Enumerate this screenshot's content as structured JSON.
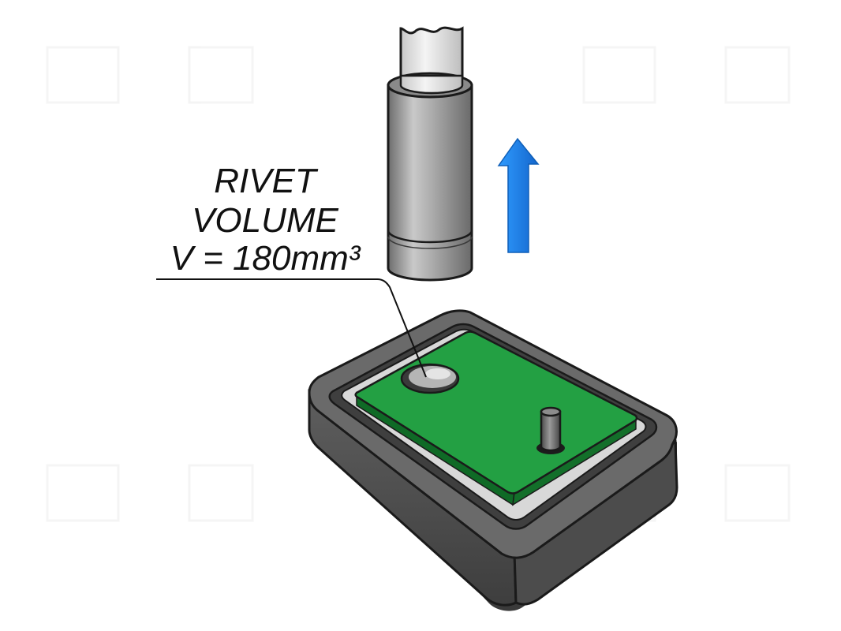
{
  "label": {
    "line1": "RIVET",
    "line2": "VOLUME",
    "line3": "V = 180mm³"
  },
  "colors": {
    "pcb": "#1f9a3a",
    "housing": "#5b5b5b",
    "arrow": "#1e88f0",
    "tool": "#9a9a9a"
  },
  "icons": {
    "direction": "up-arrow-icon"
  }
}
